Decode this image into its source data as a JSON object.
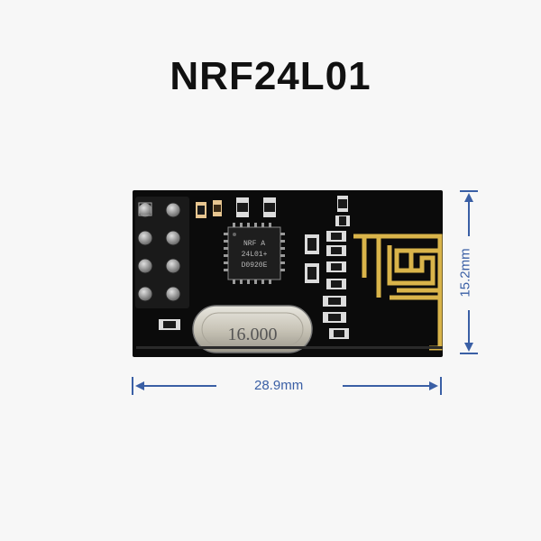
{
  "title": "NRF24L01",
  "chip_marking": [
    "NRF A",
    "24L01+",
    "D0920E"
  ],
  "crystal_label": "16.000",
  "dimensions": {
    "width": "28.9mm",
    "height": "15.2mm"
  },
  "colors": {
    "pcb": "#0b0b0b",
    "antenna": "#d9b44a",
    "dimension": "#3a5fa5",
    "background": "#f7f7f7"
  }
}
